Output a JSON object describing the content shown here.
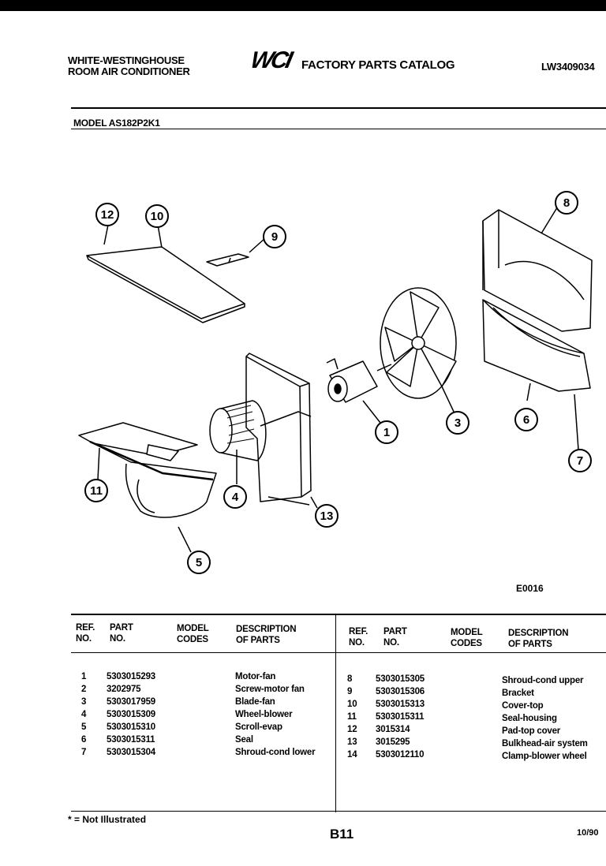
{
  "header": {
    "brand_line1": "WHITE-WESTINGHOUSE",
    "brand_line2": "ROOM AIR CONDITIONER",
    "logo": "WCI",
    "catalog_title": "FACTORY PARTS CATALOG",
    "doc_number": "LW3409034"
  },
  "model_label": "MODEL AS182P2K1",
  "diagram": {
    "code": "E0016",
    "callouts": [
      "12",
      "10",
      "9",
      "8",
      "3",
      "1",
      "6",
      "7",
      "11",
      "4",
      "13",
      "5"
    ]
  },
  "table": {
    "headers": {
      "ref_no": [
        "REF.",
        "NO."
      ],
      "part_no": [
        "PART",
        "NO."
      ],
      "model_codes": [
        "MODEL",
        "CODES"
      ],
      "description": [
        "DESCRIPTION",
        "OF PARTS"
      ]
    },
    "left_rows": [
      {
        "ref": "1",
        "part": "5303015293",
        "desc": "Motor-fan"
      },
      {
        "ref": "2",
        "part": "3202975",
        "desc": "Screw-motor fan"
      },
      {
        "ref": "3",
        "part": "5303017959",
        "desc": "Blade-fan"
      },
      {
        "ref": "4",
        "part": "5303015309",
        "desc": "Wheel-blower"
      },
      {
        "ref": "5",
        "part": "5303015310",
        "desc": "Scroll-evap"
      },
      {
        "ref": "6",
        "part": "5303015311",
        "desc": "Seal"
      },
      {
        "ref": "7",
        "part": "5303015304",
        "desc": "Shroud-cond lower"
      }
    ],
    "right_rows": [
      {
        "ref": "8",
        "part": "5303015305",
        "desc": "Shroud-cond upper"
      },
      {
        "ref": "9",
        "part": "5303015306",
        "desc": "Bracket"
      },
      {
        "ref": "10",
        "part": "5303015313",
        "desc": "Cover-top"
      },
      {
        "ref": "11",
        "part": "5303015311",
        "desc": "Seal-housing"
      },
      {
        "ref": "12",
        "part": "3015314",
        "desc": "Pad-top cover"
      },
      {
        "ref": "13",
        "part": "3015295",
        "desc": "Bulkhead-air system"
      },
      {
        "ref": "14",
        "part": "5303012110",
        "desc": "Clamp-blower wheel"
      }
    ]
  },
  "footer": {
    "note": "* = Not Illustrated",
    "page": "B11",
    "date": "10/90"
  }
}
